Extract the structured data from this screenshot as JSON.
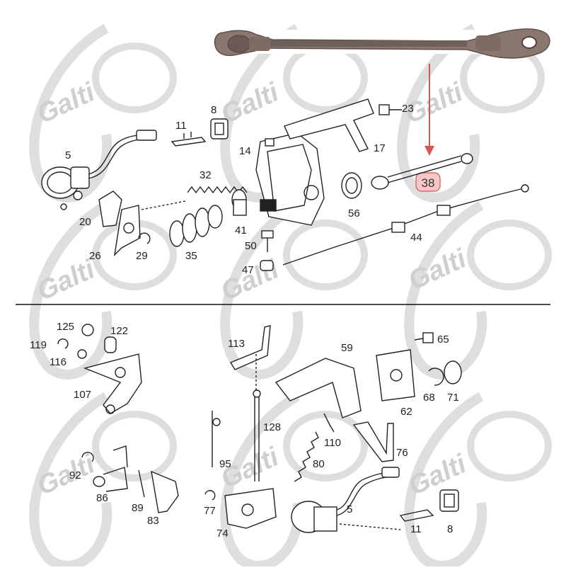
{
  "watermark": {
    "text": "Galti",
    "color": "#d2d2d2"
  },
  "highlight": {
    "color": "#d9534f",
    "fill": "#f6c6c9"
  },
  "labels_top": [
    "5",
    "11",
    "8",
    "14",
    "23",
    "17",
    "32",
    "38",
    "20",
    "56",
    "26",
    "29",
    "41",
    "35",
    "44",
    "50",
    "47"
  ],
  "labels_bottom": [
    "125",
    "122",
    "119",
    "116",
    "113",
    "59",
    "65",
    "107",
    "68",
    "71",
    "62",
    "128",
    "110",
    "92",
    "95",
    "76",
    "80",
    "86",
    "89",
    "77",
    "83",
    "74",
    "5",
    "11",
    "8"
  ]
}
